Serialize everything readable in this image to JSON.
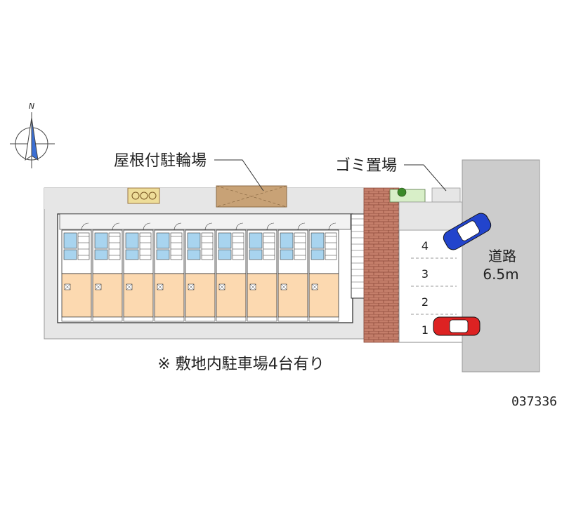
{
  "labels": {
    "bicycle_parking": "屋根付駐輪場",
    "garbage": "ゴミ置場",
    "road": "道路",
    "road_width": "6.5m",
    "parking_note": "※ 敷地内駐車場4台有り",
    "property_code": "037336",
    "north": "N"
  },
  "parking_spaces": [
    "4",
    "3",
    "2",
    "1"
  ],
  "units_count_note": "",
  "colors": {
    "site": "#e6e6e6",
    "road": "#cccccc",
    "room": "#fcd9b0",
    "bath": "#a8d4ef",
    "brick": "#c47e6a",
    "bicycle_roof": "#c8a276",
    "car_blue": "#2244cc",
    "car_red": "#dd2222"
  }
}
